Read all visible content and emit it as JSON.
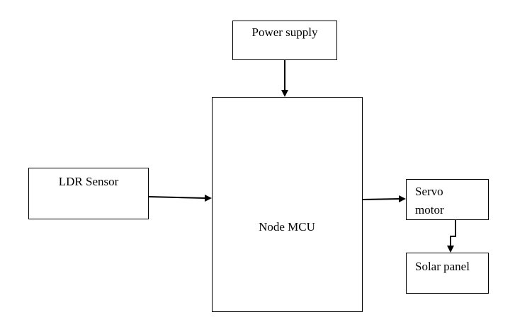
{
  "blocks": {
    "power_supply": "Power supply",
    "ldr_sensor": "LDR Sensor",
    "node_mcu": "Node MCU",
    "servo_motor_line1": "Servo",
    "servo_motor_line2": "motor",
    "solar_panel": "Solar panel"
  },
  "colors": {
    "stroke": "#000000",
    "fill": "#ffffff"
  }
}
